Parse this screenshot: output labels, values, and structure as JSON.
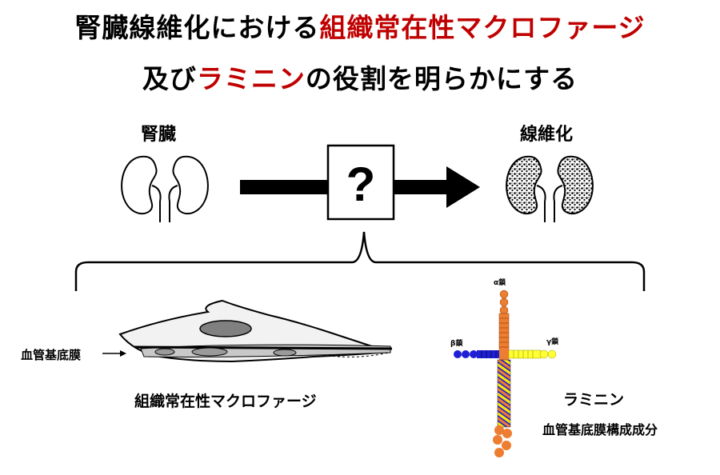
{
  "title": {
    "line1_black": "腎臓線維化における",
    "line1_red": "組織常在性マクロファージ",
    "line2_black_1": "及び",
    "line2_red": "ラミニン",
    "line2_black_2": "の役割を明らかにする"
  },
  "labels": {
    "kidney": "腎臓",
    "fibrosis": "線維化",
    "question": "?",
    "basement_membrane": "血管基底膜",
    "macrophage": "組織常在性マクロファージ",
    "laminin": "ラミニン",
    "laminin_desc": "血管基底膜構成成分",
    "alpha_chain": "α鎖",
    "beta_chain": "β鎖",
    "gamma_chain": "γ鎖"
  },
  "colors": {
    "accent_red": "#c00000",
    "alpha_chain": "#ed7d31",
    "beta_chain": "#1f1fd6",
    "gamma_chain": "#ffff33"
  }
}
